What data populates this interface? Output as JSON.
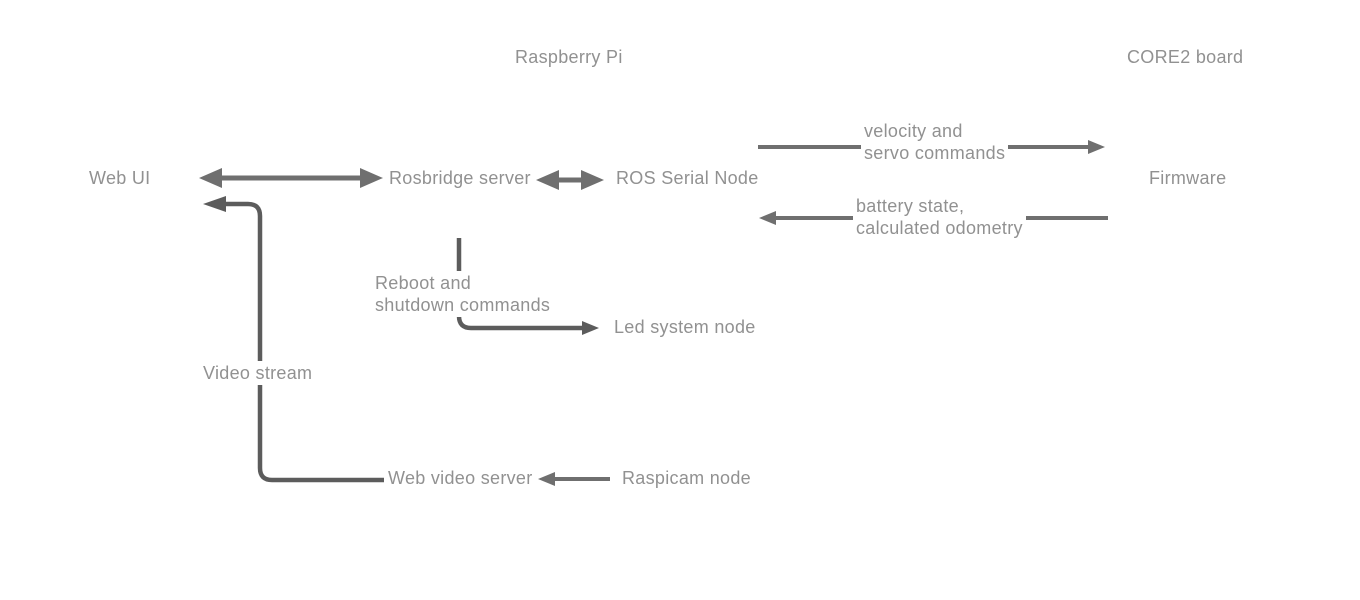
{
  "diagram": {
    "section_titles": {
      "raspberry_pi": "Raspberry Pi",
      "core2_board": "CORE2 board"
    },
    "nodes": {
      "web_ui": "Web UI",
      "rosbridge_server": "Rosbridge server",
      "ros_serial_node": "ROS Serial Node",
      "firmware": "Firmware",
      "led_system_node": "Led system node",
      "web_video_server": "Web video server",
      "raspicam_node": "Raspicam node"
    },
    "edge_labels": {
      "velocity_line1": "velocity and",
      "velocity_line2": "servo commands",
      "battery_line1": "battery state,",
      "battery_line2": "calculated odometry",
      "reboot_line1": "Reboot and",
      "reboot_line2": "shutdown commands",
      "video_stream": "Video stream"
    },
    "edges": [
      {
        "from": "web_ui",
        "to": "rosbridge_server",
        "direction": "both",
        "label": ""
      },
      {
        "from": "rosbridge_server",
        "to": "ros_serial_node",
        "direction": "both",
        "label": ""
      },
      {
        "from": "ros_serial_node",
        "to": "firmware",
        "direction": "forward",
        "label": "velocity and servo commands"
      },
      {
        "from": "firmware",
        "to": "ros_serial_node",
        "direction": "forward",
        "label": "battery state, calculated odometry"
      },
      {
        "from": "rosbridge_server",
        "to": "led_system_node",
        "direction": "forward",
        "label": "Reboot and shutdown commands"
      },
      {
        "from": "web_video_server",
        "to": "web_ui",
        "direction": "forward",
        "label": "Video stream"
      },
      {
        "from": "raspicam_node",
        "to": "web_video_server",
        "direction": "forward",
        "label": ""
      }
    ],
    "colors": {
      "background": "#ffffff",
      "text": "#919191",
      "line": "#6f6f6f",
      "line_dark": "#5c5c5c"
    }
  }
}
